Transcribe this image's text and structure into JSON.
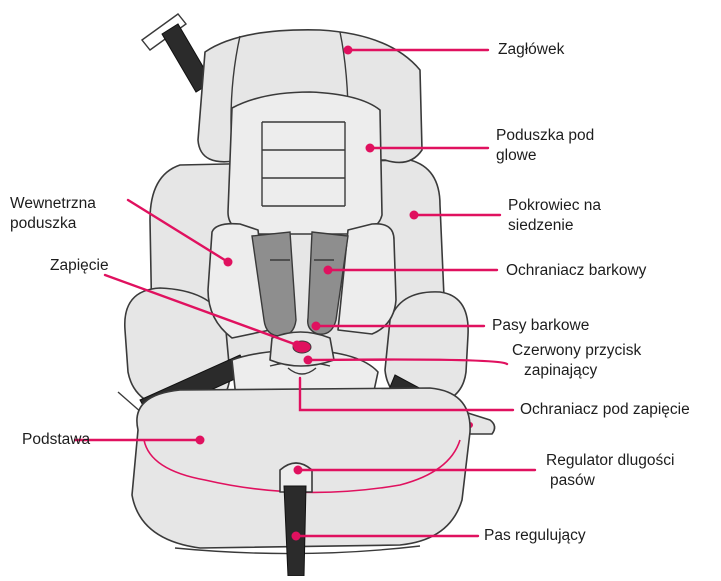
{
  "colors": {
    "accent": "#e0115f",
    "seat_fill": "#e6e6e6",
    "outline": "#3a3a3a",
    "shoulder_pad": "#8e8e8e",
    "belt": "#2b2b2b",
    "stitch": "#e0115f"
  },
  "labels": {
    "headrest": "Zagłówek",
    "head_cushion_1": "Poduszka pod",
    "head_cushion_2": "glowe",
    "seat_cover_1": "Pokrowiec na",
    "seat_cover_2": "siedzenie",
    "inner_cushion_1": "Wewnetrzna",
    "inner_cushion_2": "poduszka",
    "buckle": "Zapięcie",
    "shoulder_pad": "Ochraniacz barkowy",
    "shoulder_belts": "Pasy barkowe",
    "red_button_1": "Czerwony przycisk",
    "red_button_2": "zapinający",
    "buckle_pad": "Ochraniacz pod zapięcie",
    "base": "Podstawa",
    "belt_adjuster_1": "Regulator dlugości",
    "belt_adjuster_2": "pasów",
    "adjuster_strap": "Pas regulujący"
  }
}
